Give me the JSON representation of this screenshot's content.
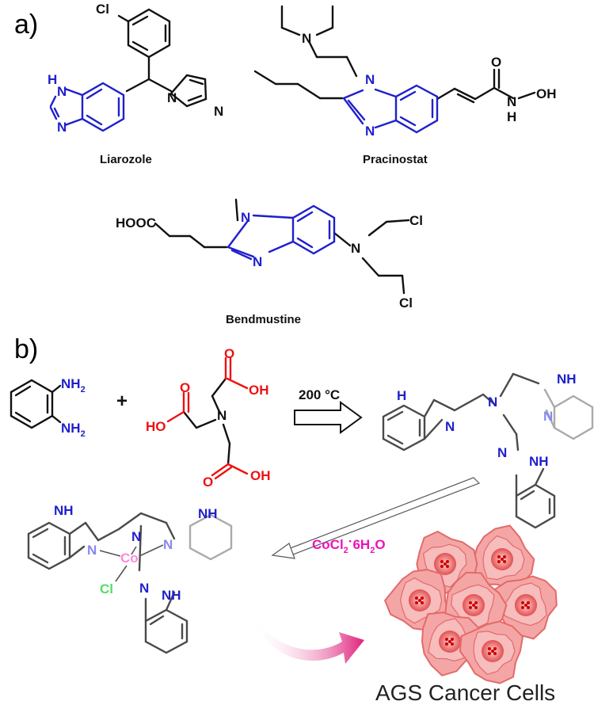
{
  "panel_a": "a)",
  "panel_b": "b)",
  "compounds": {
    "liarozole": "Liarozole",
    "pracinostat": "Pracinostat",
    "bendamustine": "Bendmustine"
  },
  "atoms": {
    "cl": "Cl",
    "h": "H",
    "n": "N",
    "o": "O",
    "oh": "OH",
    "ho": "HO",
    "nh": "NH",
    "nh2": "NH",
    "sub2": "2",
    "hooc": "HOOC",
    "co": "Co"
  },
  "reaction": {
    "plus": "+",
    "condition": "200 °C",
    "reagent_main": "CoCl",
    "reagent_sub": "2",
    "reagent_dot": "·",
    "reagent_tail": "6H",
    "reagent_sub2": "2",
    "reagent_end": "O"
  },
  "cells_label": "AGS Cancer Cells",
  "colors": {
    "blue": "#1f1fcc",
    "red": "#ee1111",
    "magenta": "#ee11bb",
    "pink": "#ff88dd",
    "green": "#55dd66",
    "gray": "#4a4a4a",
    "lightblue": "#8888ee",
    "cell_fill": "#f4a6a6",
    "cell_stroke": "#e46a6a",
    "nucleus": "#ee3b3b"
  }
}
